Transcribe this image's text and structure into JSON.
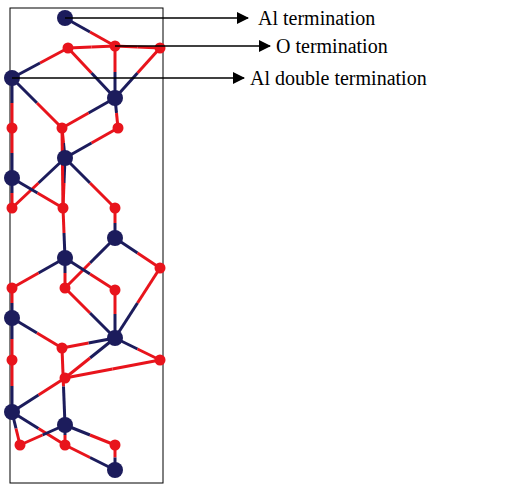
{
  "diagram": {
    "labels": [
      "Al termination",
      "O termination",
      "Al double termination"
    ]
  }
}
